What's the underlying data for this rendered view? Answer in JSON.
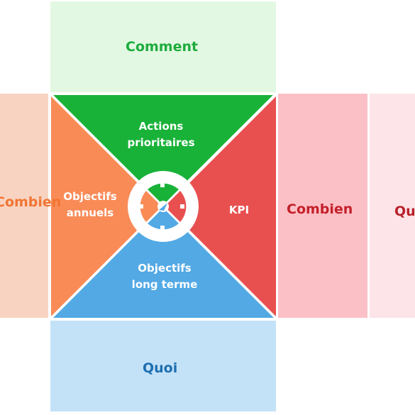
{
  "labels": {
    "top": "Comment",
    "bottom": "Quoi",
    "left": "Combien",
    "right": "Combien",
    "far_right": "Qui"
  },
  "segments": {
    "top": [
      "Actions",
      "prioritaires"
    ],
    "left": [
      "Objectifs",
      "annuels"
    ],
    "right": [
      "KPI"
    ],
    "bottom": [
      "Objectifs",
      "long terme"
    ]
  },
  "colors": {
    "green": "#19b238",
    "orange": "#f98b57",
    "red": "#e85050",
    "blue": "#52a9e4",
    "top_panel": "#e2f8e2",
    "bottom_panel": "#c3e2f8",
    "left_panel": "#f9d3c1",
    "right_panel": "#fbc0c6",
    "far_right_panel": "#fce4e8"
  }
}
